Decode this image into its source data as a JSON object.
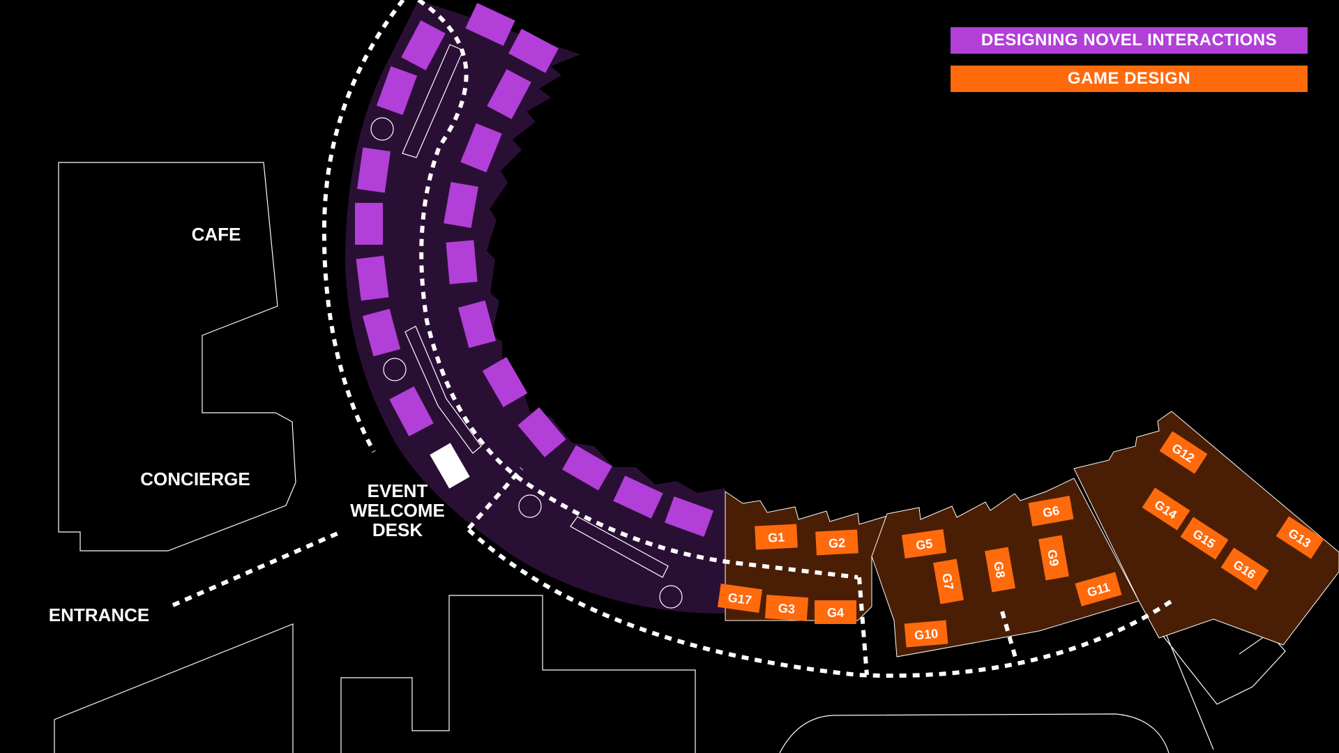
{
  "legend": {
    "designing": {
      "label": "DESIGNING NOVEL INTERACTIONS",
      "color": "#b23fd8"
    },
    "game": {
      "label": "GAME DESIGN",
      "color": "#ff6a0d"
    }
  },
  "areas": {
    "cafe": "CAFE",
    "concierge": "CONCIERGE",
    "welcome_desk": "EVENT\nWELCOME\nDESK",
    "entrance": "ENTRANCE"
  },
  "colors": {
    "purple_zone": "#2a0f35",
    "brown_zone": "#4a1e05",
    "booth_purple": "#b23fd8",
    "booth_orange": "#ff6a0d",
    "path": "#ffffff",
    "outline": "#ffffff"
  },
  "booths": {
    "g1": "G1",
    "g2": "G2",
    "g3": "G3",
    "g4": "G4",
    "g5": "G5",
    "g6": "G6",
    "g7": "G7",
    "g8": "G8",
    "g9": "G9",
    "g10": "G10",
    "g11": "G11",
    "g12": "G12",
    "g13": "G13",
    "g14": "G14",
    "g15": "G15",
    "g16": "G16",
    "g17": "G17"
  }
}
